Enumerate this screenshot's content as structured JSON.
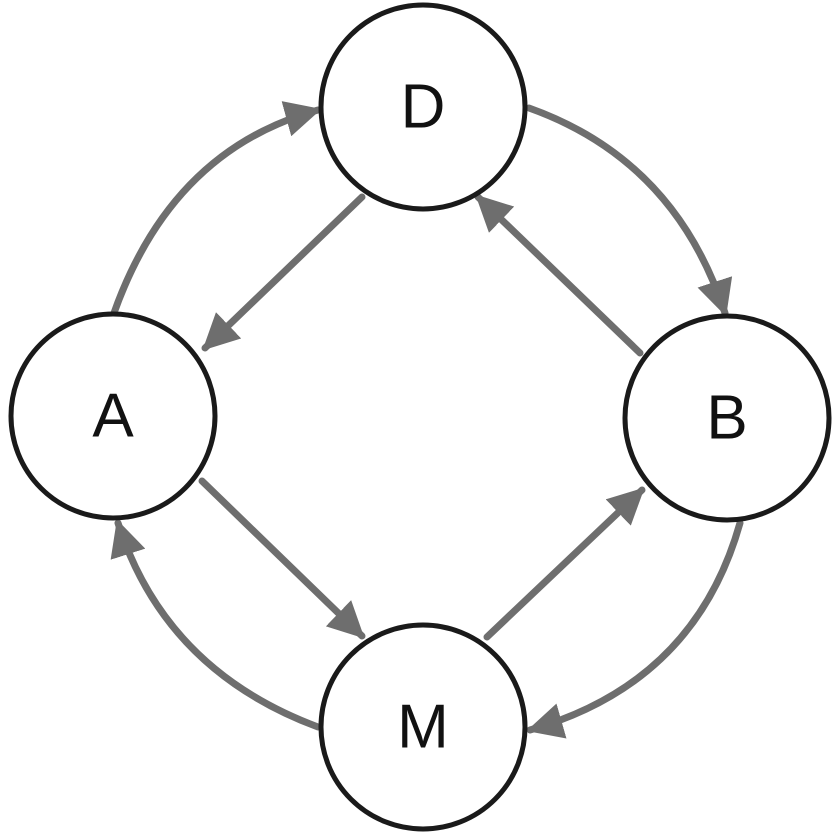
{
  "diagram": {
    "type": "directed-graph",
    "colors": {
      "node_stroke": "#1a1a1a",
      "node_fill": "#ffffff",
      "edge": "#6e6e6e",
      "label": "#111111"
    },
    "nodes": [
      {
        "id": "D",
        "label": "D"
      },
      {
        "id": "A",
        "label": "A"
      },
      {
        "id": "B",
        "label": "B"
      },
      {
        "id": "M",
        "label": "M"
      }
    ],
    "edges": [
      {
        "from": "A",
        "to": "D",
        "style": "curved"
      },
      {
        "from": "D",
        "to": "A",
        "style": "straight"
      },
      {
        "from": "D",
        "to": "B",
        "style": "curved"
      },
      {
        "from": "B",
        "to": "D",
        "style": "straight"
      },
      {
        "from": "A",
        "to": "M",
        "style": "straight"
      },
      {
        "from": "M",
        "to": "A",
        "style": "curved"
      },
      {
        "from": "M",
        "to": "B",
        "style": "straight"
      },
      {
        "from": "B",
        "to": "M",
        "style": "curved"
      }
    ]
  }
}
